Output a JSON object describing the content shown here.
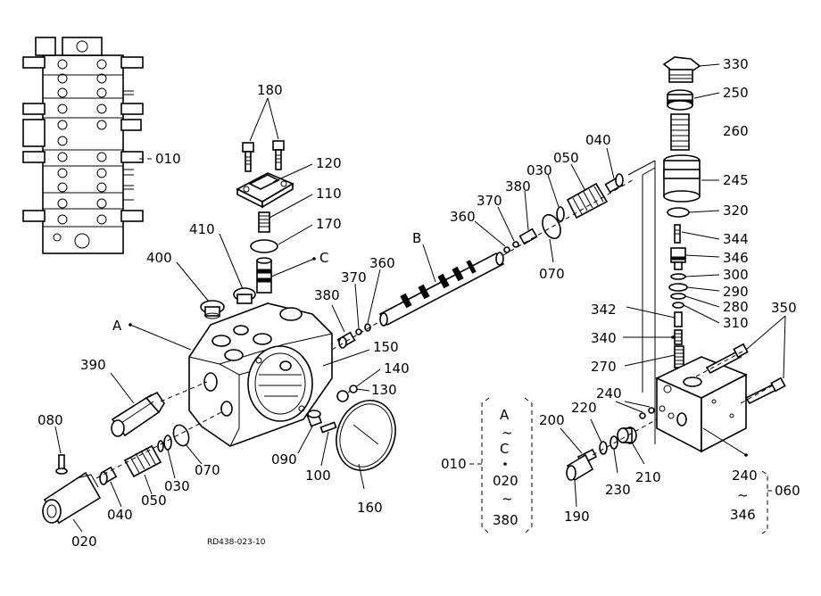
{
  "labels": {
    "p010_top": "010",
    "p180": "180",
    "p120": "120",
    "p110": "110",
    "p170": "170",
    "pC": "C",
    "p410": "410",
    "p400": "400",
    "pA": "A",
    "p390": "390",
    "p080": "080",
    "p020": "020",
    "p040_left": "040",
    "p050_left": "050",
    "p030_left": "030",
    "p070_left": "070",
    "p380_mid": "380",
    "p370_mid": "370",
    "p360_mid": "360",
    "p150": "150",
    "p140": "140",
    "p130": "130",
    "p090": "090",
    "p100": "100",
    "p160": "160",
    "pB": "B",
    "p360_top": "360",
    "p370_top": "370",
    "p380_top": "380",
    "p030_top": "030",
    "p050_top": "050",
    "p040_top": "040",
    "p070_top": "070",
    "p330": "330",
    "p250": "250",
    "p260": "260",
    "p245": "245",
    "p320": "320",
    "p344": "344",
    "p346": "346",
    "p300": "300",
    "p290": "290",
    "p280": "280",
    "p310": "310",
    "p342": "342",
    "p340": "340",
    "p270": "270",
    "p350": "350",
    "p240_top": "240",
    "p220": "220",
    "p200": "200",
    "p230": "230",
    "p210": "210",
    "p190": "190",
    "p240_bot": "240",
    "tilde_right": "~",
    "p346_bot": "346",
    "p060": "060",
    "p010_box": "010",
    "bracket_A": "A",
    "bracket_tilde1": "~",
    "bracket_C": "C",
    "bracket_020": "020",
    "bracket_tilde2": "~",
    "bracket_380": "380",
    "drawing_code": "RD438-023-10"
  }
}
